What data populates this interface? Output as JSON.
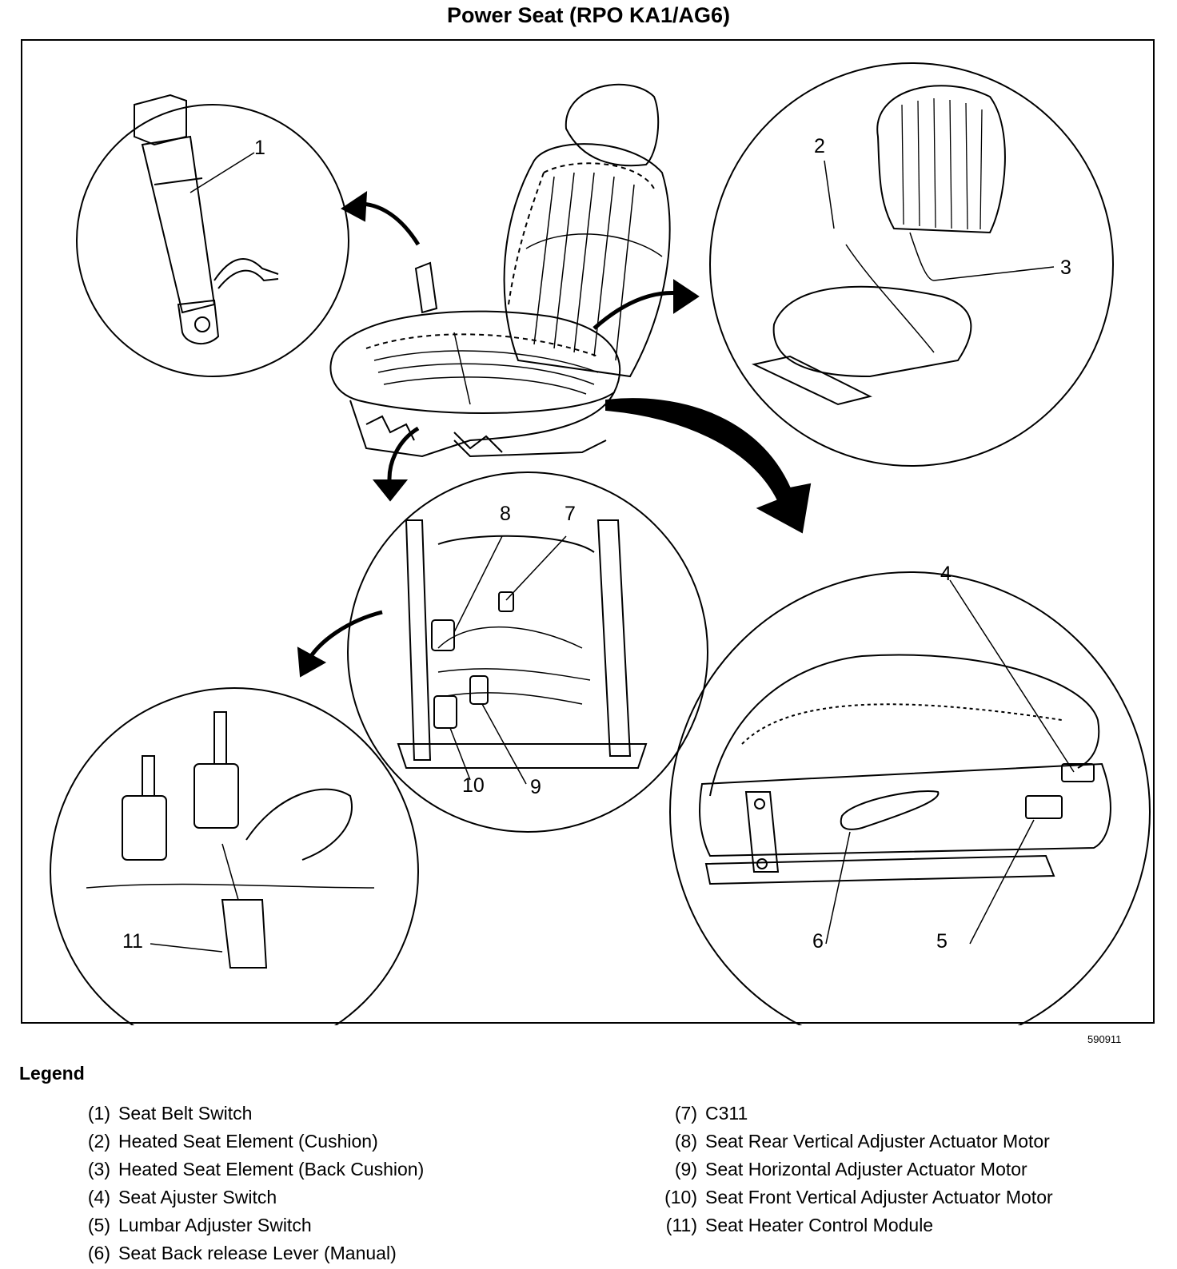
{
  "title": "Power Seat (RPO KA1/AG6)",
  "figure_id": "590911",
  "callouts": [
    "1",
    "2",
    "3",
    "4",
    "5",
    "6",
    "7",
    "8",
    "9",
    "10",
    "11"
  ],
  "legend": {
    "heading": "Legend",
    "left": [
      {
        "num": "(1)",
        "text": "Seat Belt Switch"
      },
      {
        "num": "(2)",
        "text": "Heated Seat Element (Cushion)"
      },
      {
        "num": "(3)",
        "text": "Heated Seat Element (Back Cushion)"
      },
      {
        "num": "(4)",
        "text": "Seat Ajuster Switch"
      },
      {
        "num": "(5)",
        "text": "Lumbar Adjuster Switch"
      },
      {
        "num": "(6)",
        "text": "Seat Back release Lever (Manual)"
      }
    ],
    "right": [
      {
        "num": "(7)",
        "text": "C311"
      },
      {
        "num": "(8)",
        "text": "Seat Rear Vertical Adjuster Actuator Motor"
      },
      {
        "num": "(9)",
        "text": "Seat Horizontal Adjuster Actuator Motor"
      },
      {
        "num": "(10)",
        "text": "Seat Front Vertical Adjuster Actuator Motor"
      },
      {
        "num": "(11)",
        "text": "Seat Heater Control Module"
      }
    ]
  }
}
